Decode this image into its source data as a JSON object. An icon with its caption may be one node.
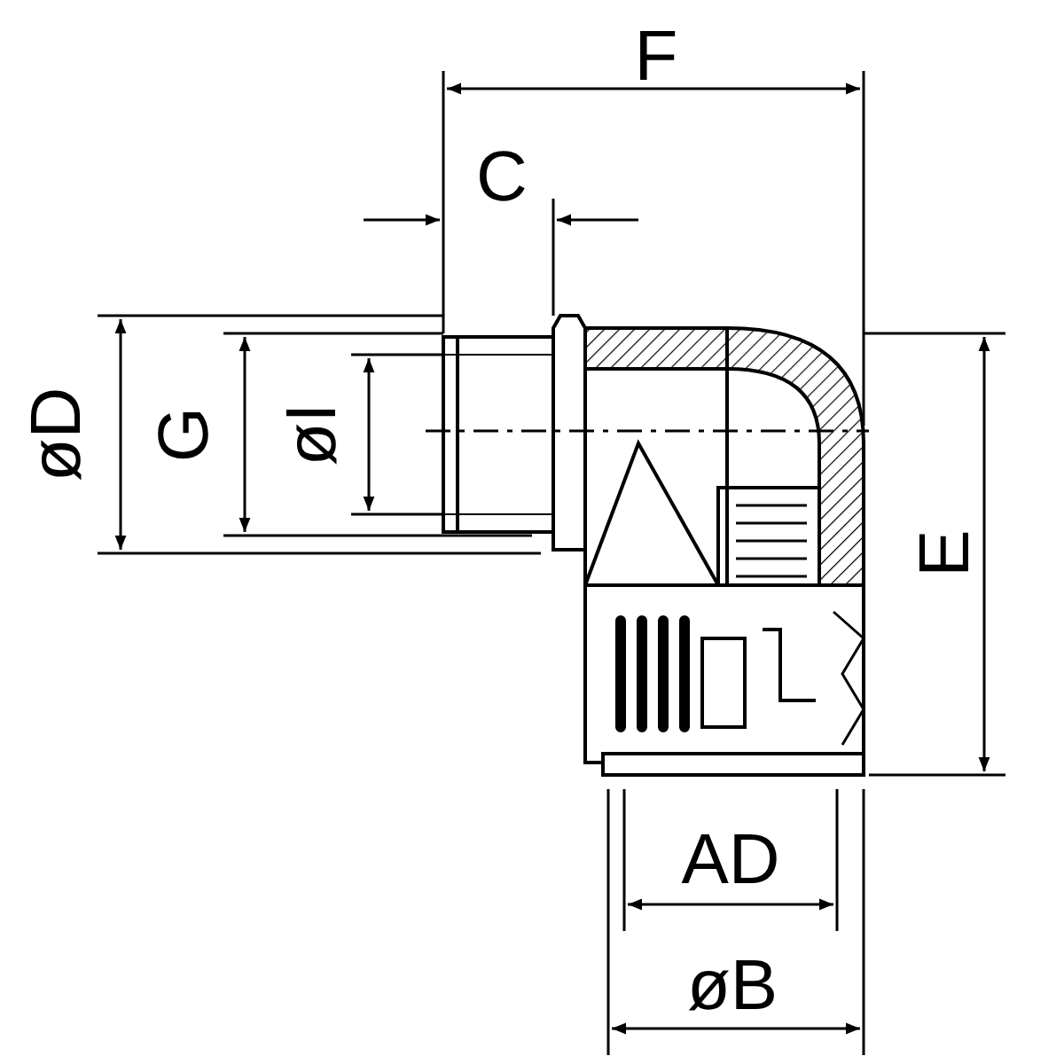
{
  "diagram": {
    "labels": [
      "F",
      "C",
      "øD",
      "G",
      "øI",
      "E",
      "AD",
      "øB"
    ]
  }
}
